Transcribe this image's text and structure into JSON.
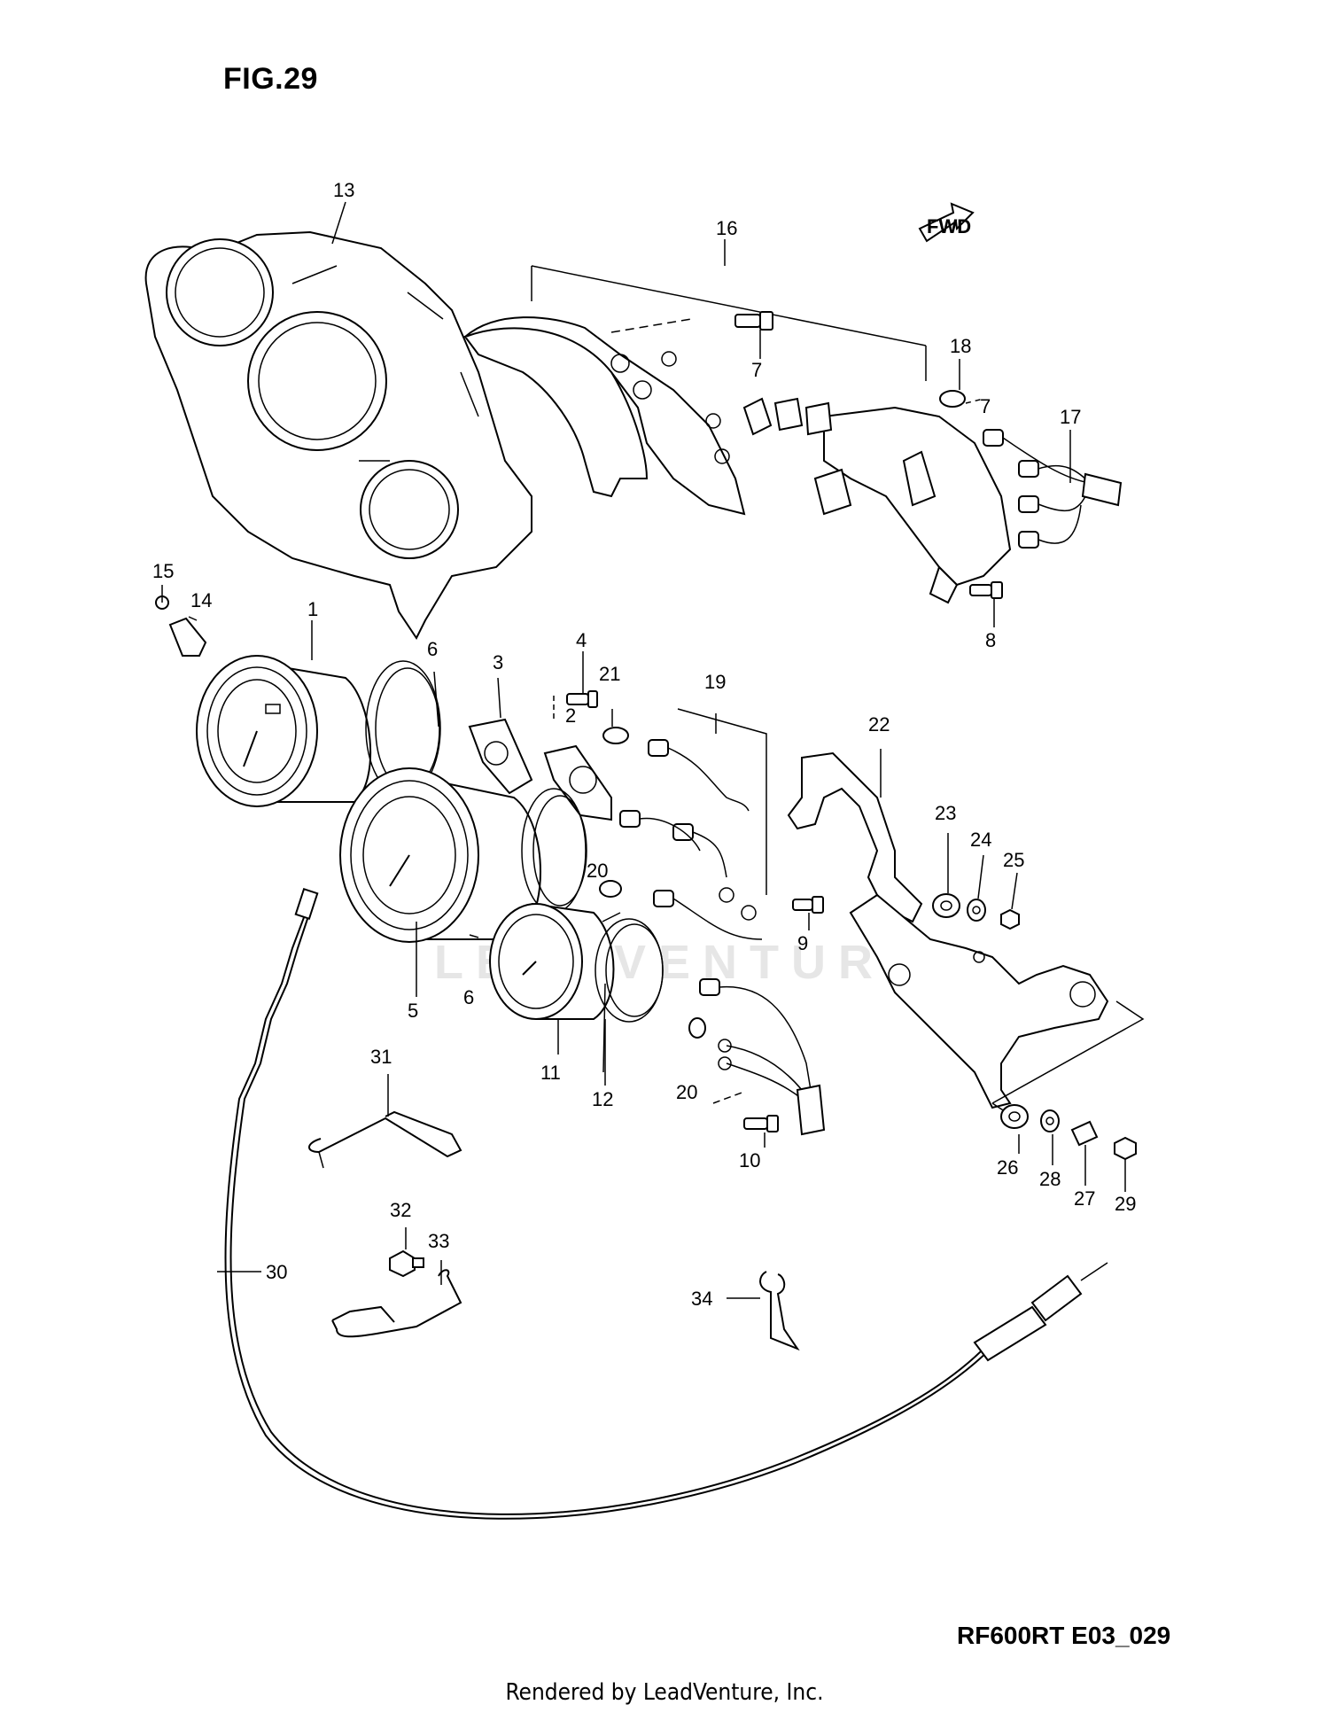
{
  "figure": {
    "title": "FIG.29",
    "code": "RF600RT E03_029",
    "credit": "Rendered by LeadVenture, Inc.",
    "watermark": "LEADVENTURE",
    "fwd_label": "FWD"
  },
  "callouts": [
    {
      "id": "c1",
      "label": "1"
    },
    {
      "id": "c2",
      "label": "2"
    },
    {
      "id": "c3",
      "label": "3"
    },
    {
      "id": "c4",
      "label": "4"
    },
    {
      "id": "c5",
      "label": "5"
    },
    {
      "id": "c6a",
      "label": "6"
    },
    {
      "id": "c6b",
      "label": "6"
    },
    {
      "id": "c7a",
      "label": "7"
    },
    {
      "id": "c7b",
      "label": "7"
    },
    {
      "id": "c8",
      "label": "8"
    },
    {
      "id": "c9",
      "label": "9"
    },
    {
      "id": "c10",
      "label": "10"
    },
    {
      "id": "c11",
      "label": "11"
    },
    {
      "id": "c12",
      "label": "12"
    },
    {
      "id": "c13",
      "label": "13"
    },
    {
      "id": "c14",
      "label": "14"
    },
    {
      "id": "c15",
      "label": "15"
    },
    {
      "id": "c16",
      "label": "16"
    },
    {
      "id": "c17",
      "label": "17"
    },
    {
      "id": "c18",
      "label": "18"
    },
    {
      "id": "c19",
      "label": "19"
    },
    {
      "id": "c20a",
      "label": "20"
    },
    {
      "id": "c20b",
      "label": "20"
    },
    {
      "id": "c21",
      "label": "21"
    },
    {
      "id": "c22",
      "label": "22"
    },
    {
      "id": "c23",
      "label": "23"
    },
    {
      "id": "c24",
      "label": "24"
    },
    {
      "id": "c25",
      "label": "25"
    },
    {
      "id": "c26",
      "label": "26"
    },
    {
      "id": "c27",
      "label": "27"
    },
    {
      "id": "c28",
      "label": "28"
    },
    {
      "id": "c29",
      "label": "29"
    },
    {
      "id": "c30",
      "label": "30"
    },
    {
      "id": "c31",
      "label": "31"
    },
    {
      "id": "c32",
      "label": "32"
    },
    {
      "id": "c33",
      "label": "33"
    },
    {
      "id": "c34",
      "label": "34"
    }
  ]
}
